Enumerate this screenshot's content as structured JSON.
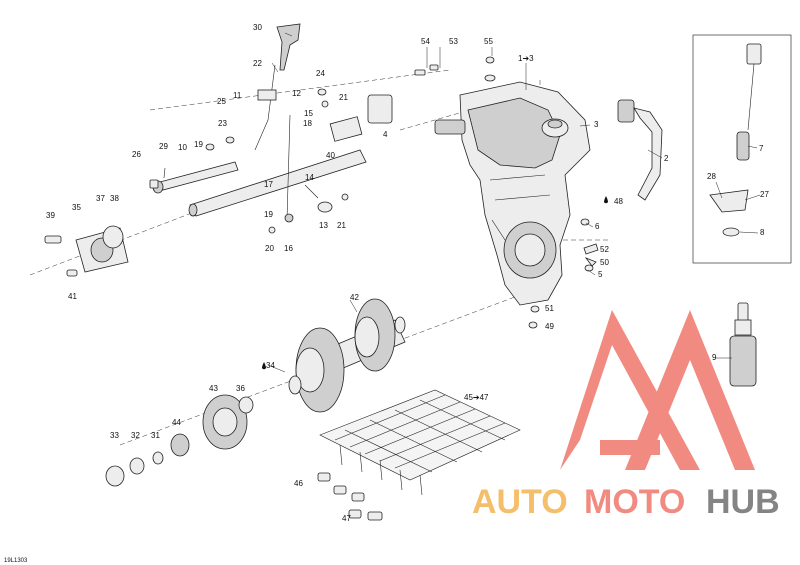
{
  "diagram": {
    "code": "19L1303",
    "ref_labels": [
      "1➔3",
      "2",
      "3",
      "4",
      "5",
      "6",
      "7",
      "8",
      "9",
      "10",
      "11",
      "12",
      "13",
      "14",
      "15",
      "16",
      "17",
      "18",
      "19",
      "19",
      "20",
      "21",
      "21",
      "22",
      "23",
      "24",
      "25",
      "26",
      "27",
      "28",
      "29",
      "30",
      "31",
      "32",
      "33",
      "34",
      "35",
      "36",
      "37",
      "38",
      "39",
      "40",
      "41",
      "42",
      "43",
      "44",
      "45➔47",
      "46",
      "47",
      "48",
      "49",
      "50",
      "51",
      "52",
      "53",
      "54",
      "55"
    ]
  },
  "watermark": {
    "text_part1": "AUTO",
    "text_part2": "MOTO",
    "text_part3": "HUB",
    "colors": {
      "orange": "#f4b85c",
      "red": "#f07f74",
      "gray": "#777777"
    }
  }
}
